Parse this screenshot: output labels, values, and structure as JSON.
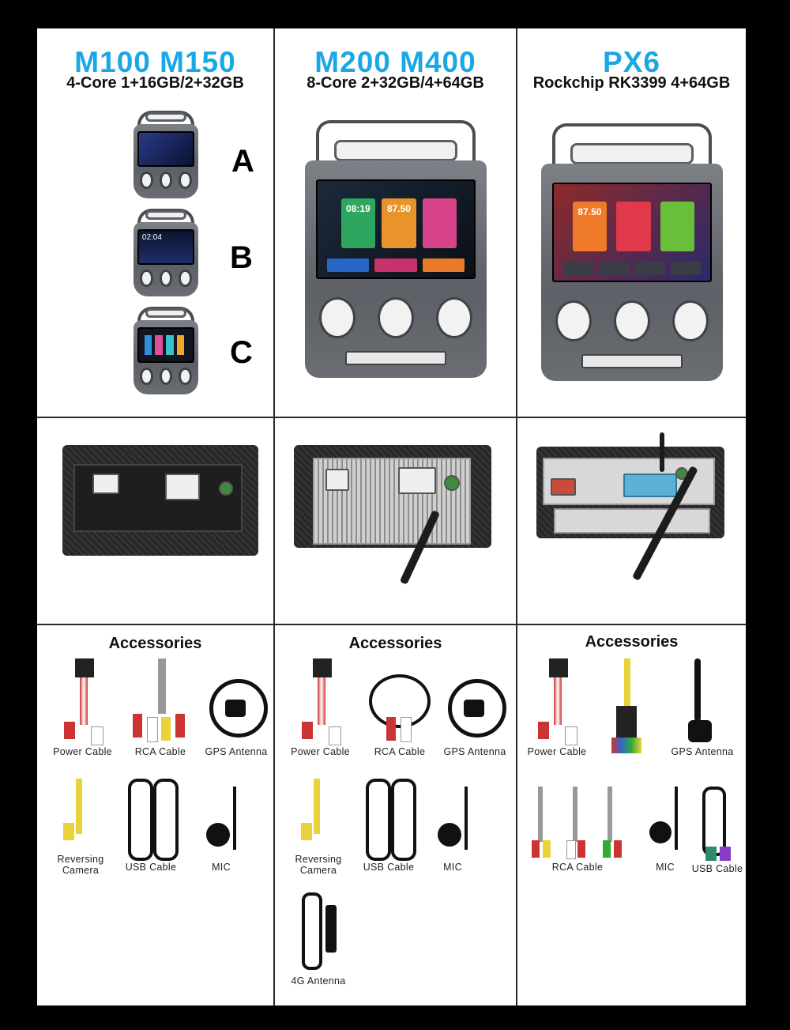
{
  "columns": [
    {
      "model": "M100 M150",
      "spec": "4-Core 1+16GB/2+32GB",
      "variants": [
        "A",
        "B",
        "C"
      ],
      "screen_texts": [
        "02:04"
      ],
      "accessories_title": "Accessories",
      "accessories": [
        "Power Cable",
        "RCA Cable",
        "GPS Antenna",
        "Reversing Camera",
        "USB Cable",
        "MIC"
      ]
    },
    {
      "model": "M200 M400",
      "spec": "8-Core 2+32GB/4+64GB",
      "screen_texts": [
        "08:19",
        "87.50"
      ],
      "accessories_title": "Accessories",
      "accessories": [
        "Power Cable",
        "RCA Cable",
        "GPS Antenna",
        "Reversing Camera",
        "USB Cable",
        "MIC",
        "4G Antenna"
      ]
    },
    {
      "model": "PX6",
      "spec": "Rockchip RK3399 4+64GB",
      "screen_texts": [
        "87.50"
      ],
      "accessories_title": "Accessories",
      "accessories": [
        "Power Cable",
        "GPS Antenna",
        "RCA Cable",
        "MIC",
        "USB Cable"
      ]
    }
  ],
  "colors": {
    "model_blue": "#19a8e6",
    "frame_gray": "#6b6e73"
  }
}
